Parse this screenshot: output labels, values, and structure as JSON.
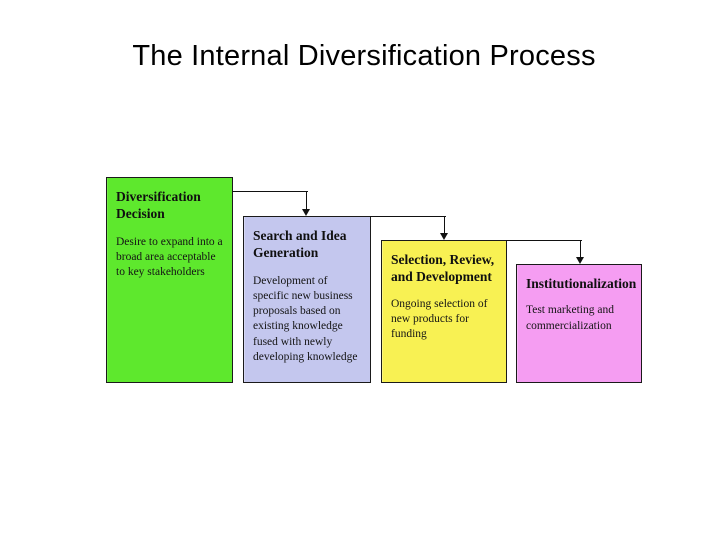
{
  "slide": {
    "title": "The Internal Diversification Process",
    "background_color": "#FFFFFF"
  },
  "diagram": {
    "type": "linear-process-flow",
    "arrow_color": "#111111",
    "stages": [
      {
        "id": "diversification-decision",
        "title": "Diversification Decision",
        "body": "Desire to expand into a broad area acceptable to key stakeholders",
        "fill_color": "#5EE82D",
        "border_color": "#1A1A1A"
      },
      {
        "id": "search-and-idea-generation",
        "title": "Search and Idea Generation",
        "body": "Development of specific new business proposals based on existing knowledge fused with newly developing knowledge",
        "fill_color": "#C4C7EE",
        "border_color": "#1A1A1A"
      },
      {
        "id": "selection-review-and-development",
        "title": "Selection, Review, and Development",
        "body": "Ongoing selection of new products for funding",
        "fill_color": "#F8F153",
        "border_color": "#1A1A1A"
      },
      {
        "id": "institutionalization",
        "title": "Institutionalization",
        "body": "Test marketing and commercialization",
        "fill_color": "#F59DF2",
        "border_color": "#1A1A1A"
      }
    ],
    "connectors": [
      {
        "id": "connector-1",
        "from": "diversification-decision",
        "to": "search-and-idea-generation"
      },
      {
        "id": "connector-2",
        "from": "search-and-idea-generation",
        "to": "selection-review-and-development"
      },
      {
        "id": "connector-3",
        "from": "selection-review-and-development",
        "to": "institutionalization"
      }
    ]
  }
}
